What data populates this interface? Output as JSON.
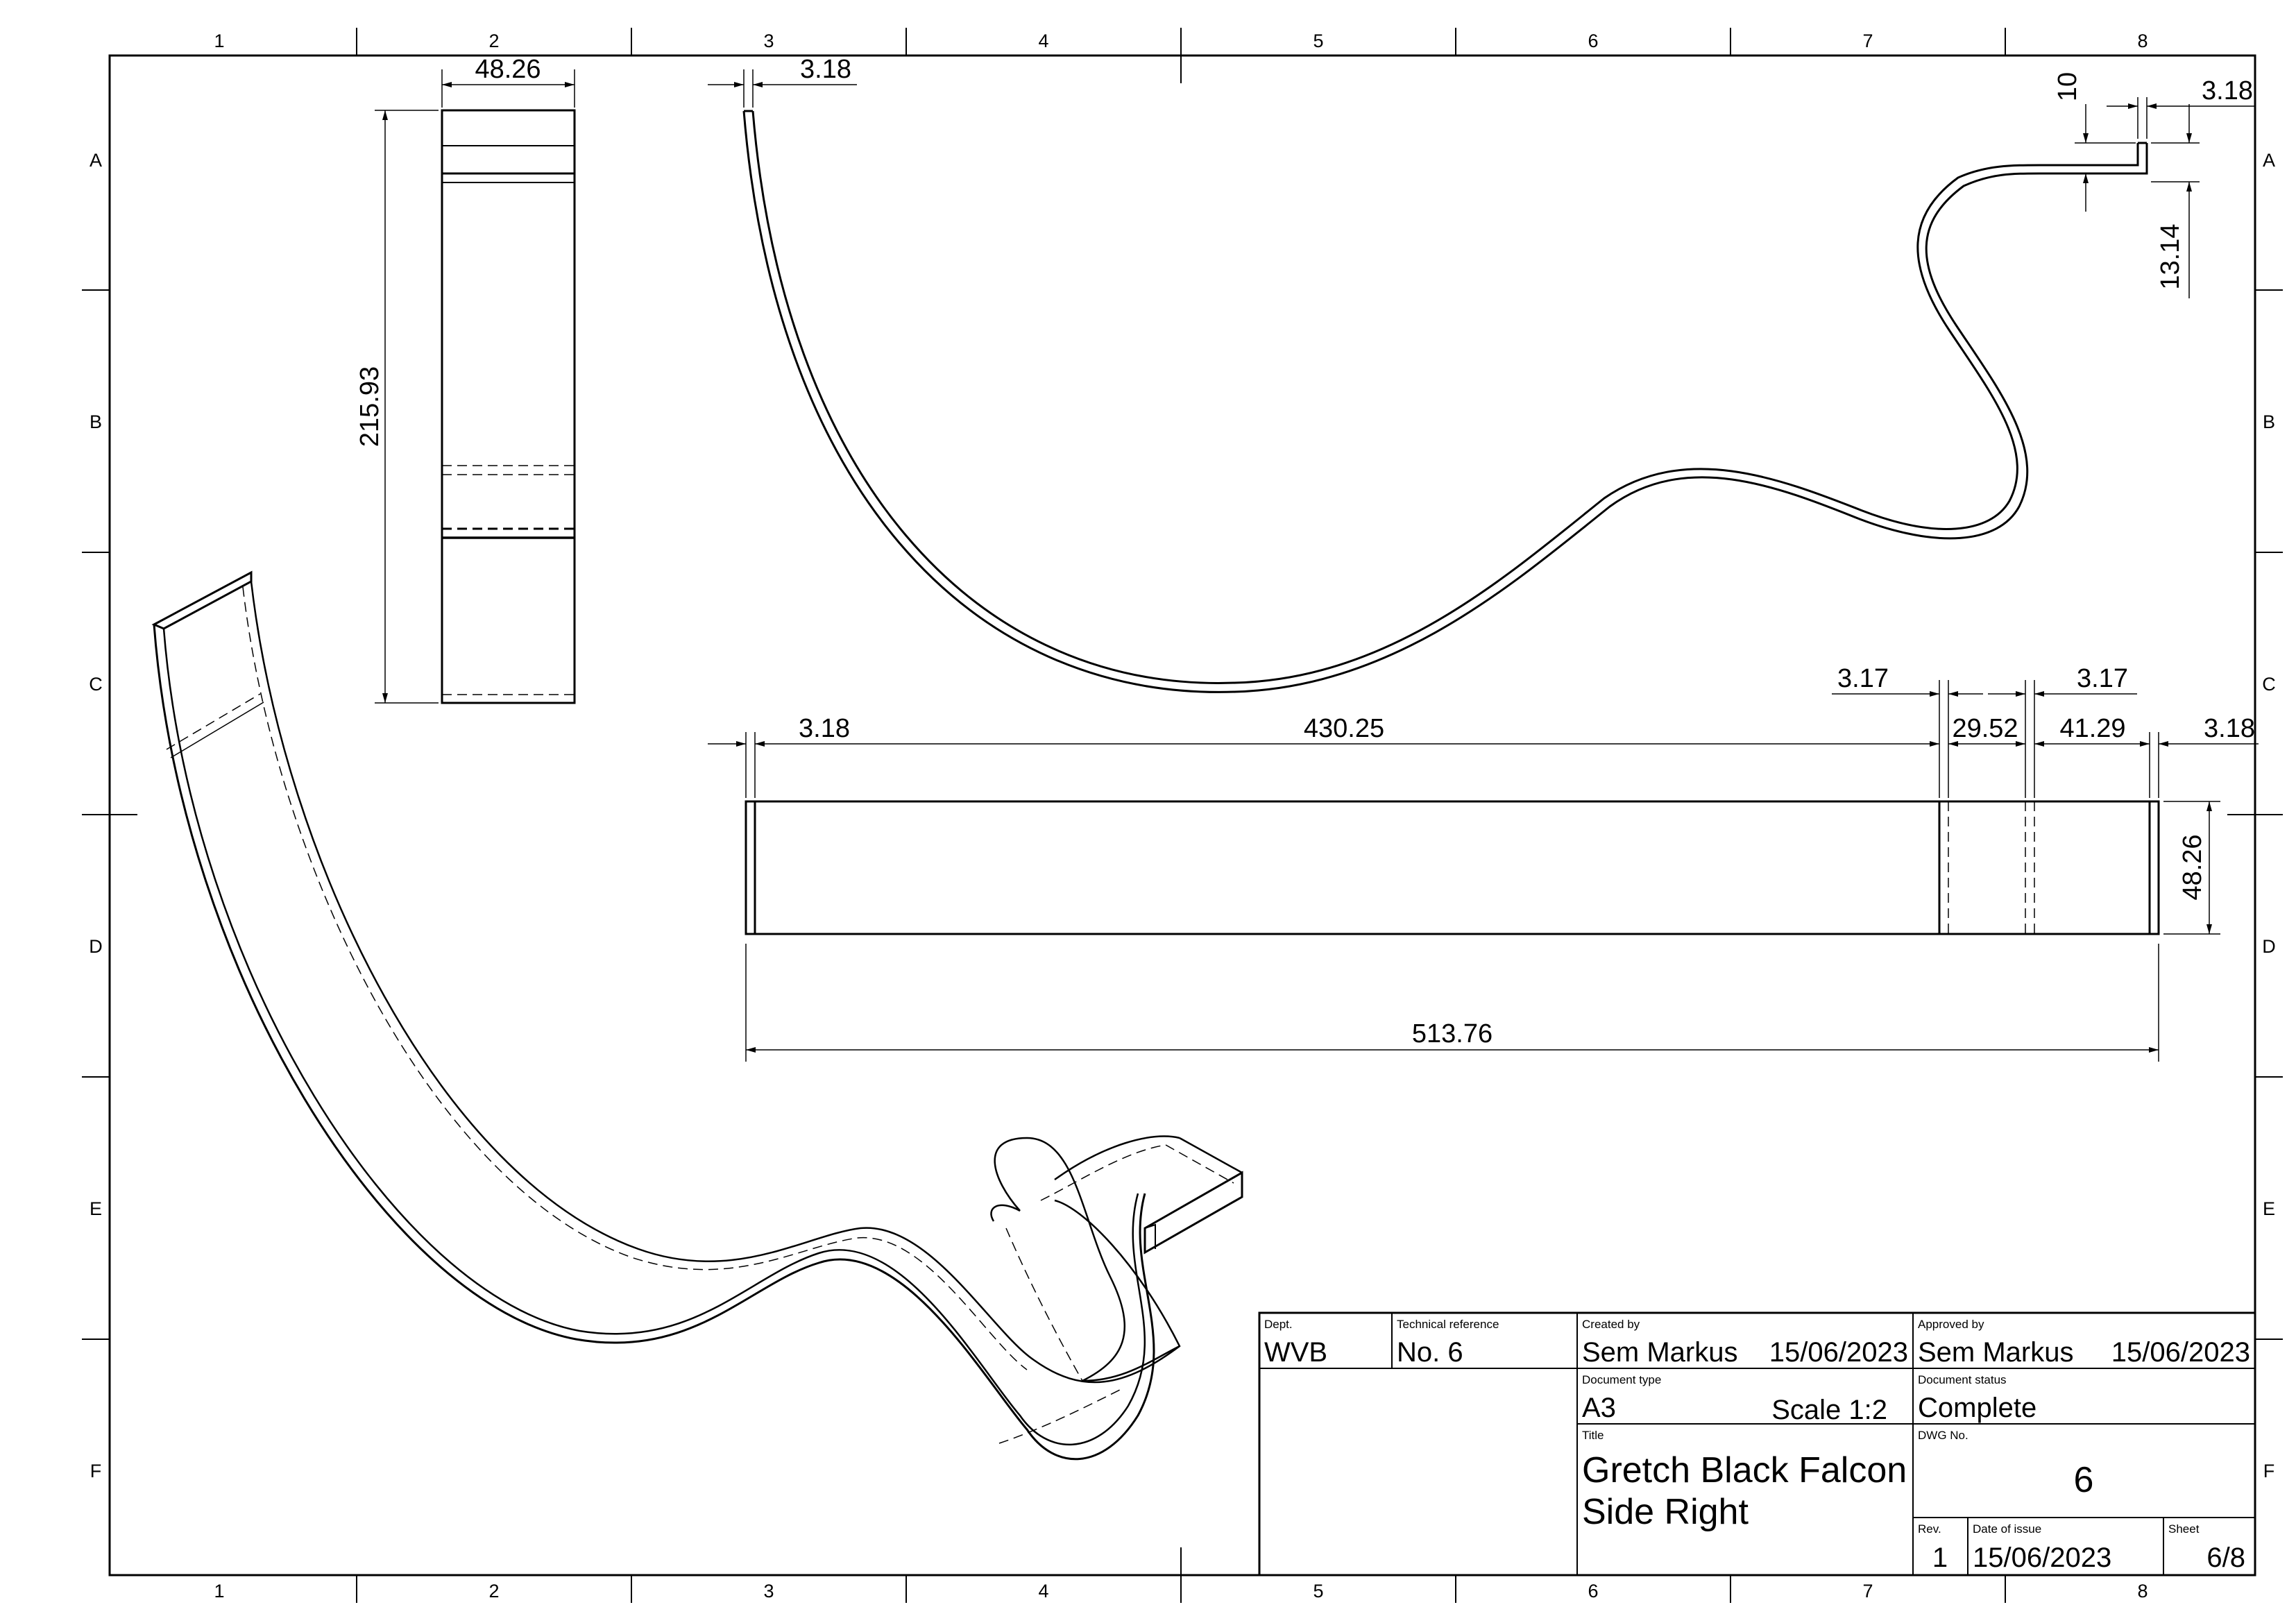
{
  "sheet": {
    "zones_top": [
      "1",
      "2",
      "3",
      "4",
      "5",
      "6",
      "7",
      "8"
    ],
    "zones_bottom": [
      "1",
      "2",
      "3",
      "4",
      "5",
      "6",
      "7",
      "8"
    ],
    "zones_left": [
      "A",
      "B",
      "C",
      "D",
      "E",
      "F"
    ],
    "zones_right": [
      "A",
      "B",
      "C",
      "D",
      "E",
      "F"
    ]
  },
  "dimensions": {
    "front_width": "48.26",
    "front_height": "215.93",
    "top_thickness": "3.18",
    "hook_height": "10",
    "hook_thickness": "3.18",
    "hook_drop": "13.14",
    "flat_start": "3.18",
    "flat_main": "430.25",
    "flat_t1": "3.17",
    "flat_seg1": "29.52",
    "flat_t2": "3.17",
    "flat_seg2": "41.29",
    "flat_end": "3.18",
    "flat_width": "48.26",
    "flat_total": "513.76"
  },
  "title_block": {
    "dept_label": "Dept.",
    "dept": "WVB",
    "tech_ref_label": "Technical reference",
    "tech_ref": "No. 6",
    "created_by_label": "Created by",
    "created_by": "Sem Markus",
    "created_date": "15/06/2023",
    "approved_by_label": "Approved by",
    "approved_by": "Sem Markus",
    "approved_date": "15/06/2023",
    "doc_type_label": "Document type",
    "doc_type": "A3",
    "scale": "Scale 1:2",
    "doc_status_label": "Document status",
    "doc_status": "Complete",
    "title_label": "Title",
    "title_line1": "Gretch Black Falcon",
    "title_line2": "Side Right",
    "dwg_no_label": "DWG No.",
    "dwg_no": "6",
    "rev_label": "Rev.",
    "rev": "1",
    "date_of_issue_label": "Date of issue",
    "date_of_issue": "15/06/2023",
    "sheet_label": "Sheet",
    "sheet": "6/8"
  }
}
